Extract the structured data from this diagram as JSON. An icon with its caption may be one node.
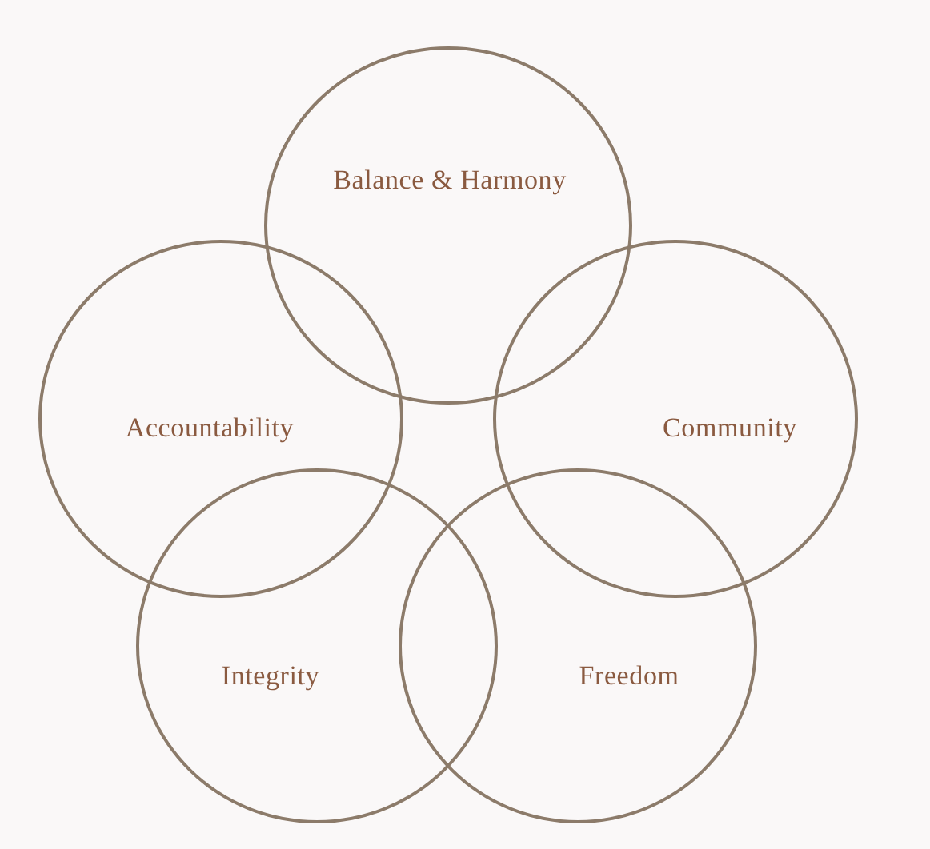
{
  "diagram": {
    "nodes": [
      {
        "text": [
          "Balance & Harmony"
        ]
      },
      {
        "text": [
          "Accountability"
        ]
      },
      {
        "text": [
          "Community"
        ]
      },
      {
        "text": [
          "Integrity"
        ]
      },
      {
        "text": [
          "Freedom"
        ]
      }
    ]
  }
}
